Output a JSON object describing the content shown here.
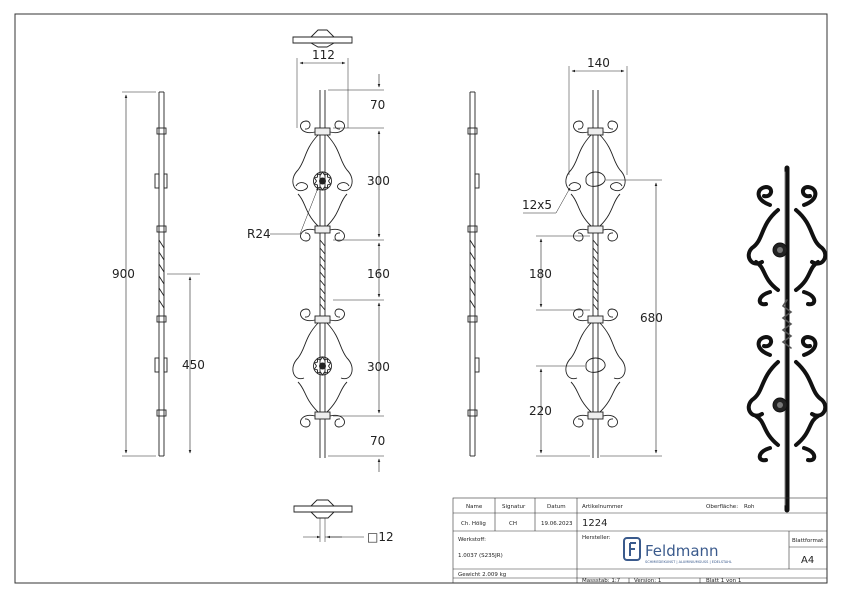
{
  "drawing": {
    "dimensions": {
      "front_width": "112",
      "side_width": "140",
      "total_height": "900",
      "half_height": "450",
      "top_gap": "70",
      "scroll_height_1": "300",
      "middle_gap": "160",
      "scroll_height_2": "300",
      "bottom_gap": "70",
      "radius": "R24",
      "flat_bar": "12x5",
      "spacing_180": "180",
      "total_680": "680",
      "spacing_220": "220",
      "square_bar": "□12"
    }
  },
  "title_block": {
    "name_label": "Name",
    "name_value": "Ch. Hölig",
    "signature_label": "Signatur",
    "signature_value": "CH",
    "date_label": "Datum",
    "date_value": "19.06.2023",
    "article_label": "Artikelnummer",
    "article_value": "1224",
    "surface_label": "Oberfläche:",
    "surface_value": "Roh",
    "material_label": "Werkstoff:",
    "material_value": "1.0037 (S235JR)",
    "manufacturer_label": "Hersteller:",
    "logo_text": "Feldmann",
    "logo_tagline": "SCHMIEDEKUNST  |  ALUMINIUMGUSS  |  EDELSTAHL",
    "sheet_format_label": "Blattformat",
    "sheet_format_value": "A4",
    "weight": "Gewicht 2.009 kg",
    "scale": "Massstab: 1:7",
    "version": "Version: 1",
    "sheet": "Blatt 1 von 1"
  }
}
